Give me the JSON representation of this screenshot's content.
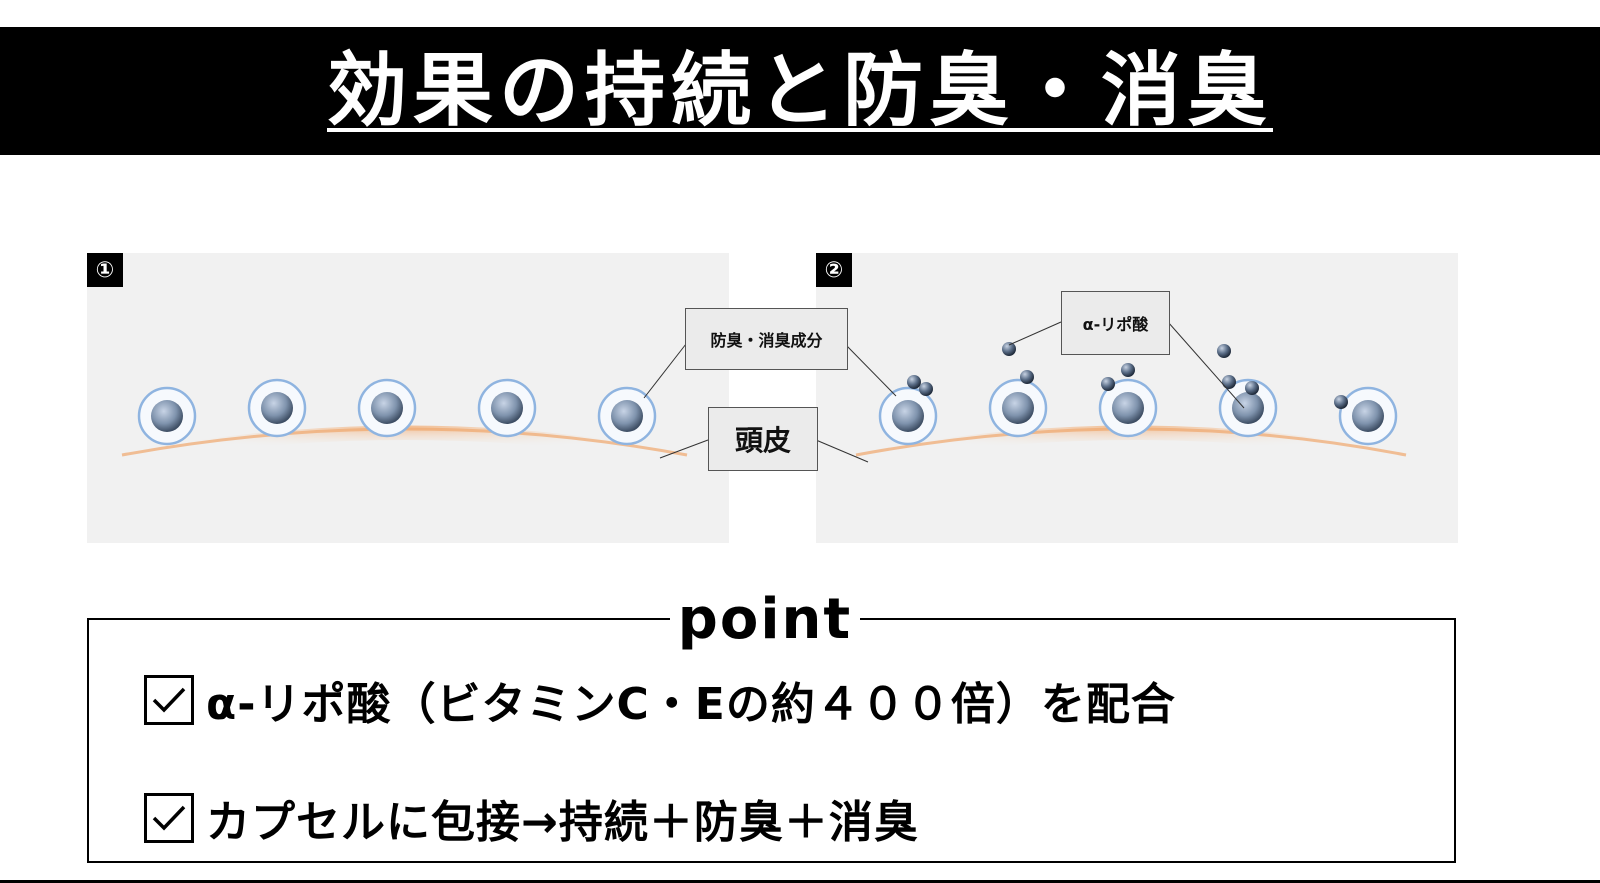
{
  "title": "効果の持続と防臭・消臭",
  "panels": [
    {
      "number": "①",
      "capsules": 5,
      "particles": 0
    },
    {
      "number": "②",
      "capsules": 5,
      "particles": 10
    }
  ],
  "callouts": {
    "deodorant_ingredient": "防臭・消臭成分",
    "scalp": "頭皮",
    "alpha_lipoic_acid": "α-リポ酸"
  },
  "point": {
    "label": "point",
    "items": [
      "α-リポ酸（ビタミンC・Eの約４００倍）を配合",
      "カプセルに包接→持続＋防臭＋消臭"
    ]
  },
  "colors": {
    "title_bg": "#000000",
    "title_text": "#ffffff",
    "panel_bg": "#f1f1f1",
    "scalp": "#f3b27c",
    "capsule_ring": "#8fb4e0",
    "particle": "#3a4b63"
  }
}
